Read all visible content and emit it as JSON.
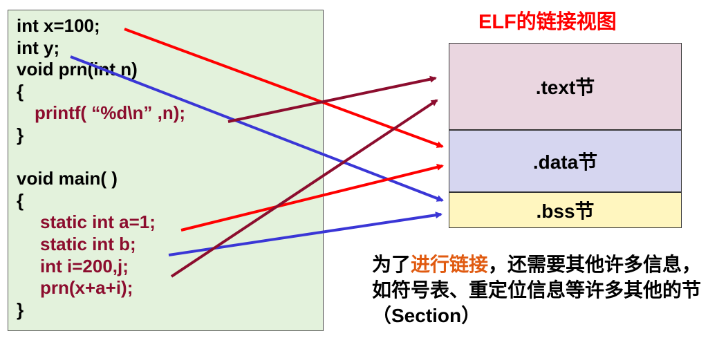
{
  "code": {
    "lines": [
      {
        "text": "int x=100;",
        "color": "black",
        "indent": 12
      },
      {
        "text": "int y;",
        "color": "black",
        "indent": 12
      },
      {
        "text": "void prn(int n)",
        "color": "black",
        "indent": 12
      },
      {
        "text": "{",
        "color": "black",
        "indent": 12
      },
      {
        "text": "printf( “%d\\n” ,n);",
        "color": "red",
        "indent": 38
      },
      {
        "text": "}",
        "color": "black",
        "indent": 12
      },
      {
        "text": "",
        "color": "black",
        "indent": 12
      },
      {
        "text": "void main( )",
        "color": "black",
        "indent": 12
      },
      {
        "text": "{",
        "color": "black",
        "indent": 12
      },
      {
        "text": "static int a=1;",
        "color": "red",
        "indent": 46
      },
      {
        "text": "static int b;",
        "color": "red",
        "indent": 46
      },
      {
        "text": "int i=200,j;",
        "color": "red",
        "indent": 46
      },
      {
        "text": "prn(x+a+i);",
        "color": "red",
        "indent": 46
      },
      {
        "text": "}",
        "color": "black",
        "indent": 12
      }
    ]
  },
  "title": "ELF的链接视图",
  "sections": {
    "text": ".text节",
    "data": ".data节",
    "bss": ".bss节"
  },
  "note": {
    "part1": "为了",
    "highlight": "进行链接",
    "part2": "，还需要其他许多信息，如符号表、重定位信息等许多其他的节（Section）"
  },
  "colors": {
    "code_bg": "#e3f2dc",
    "arrow_red": "#ff0000",
    "arrow_blue": "#3a36d6",
    "arrow_maroon": "#8c0d2e",
    "title": "#ff0000",
    "highlight": "#e05a10"
  },
  "arrows": [
    {
      "from": "int x=100",
      "to": ".data节",
      "color": "red"
    },
    {
      "from": "int y",
      "to": ".bss节",
      "color": "blue"
    },
    {
      "from": "printf",
      "to": ".text节",
      "color": "maroon"
    },
    {
      "from": "static int a=1",
      "to": ".data节",
      "color": "red"
    },
    {
      "from": "static int b",
      "to": ".bss节",
      "color": "blue"
    },
    {
      "from": "int i=200,j",
      "to": ".text节",
      "color": "maroon"
    }
  ]
}
